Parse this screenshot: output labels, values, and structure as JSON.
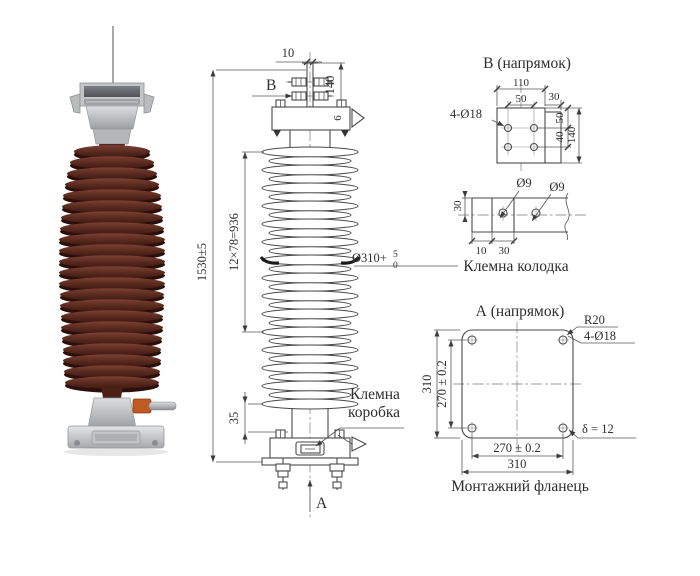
{
  "colors": {
    "line": "#4a4a4a",
    "ceramic_brown": "#5c2b20",
    "metal_gray": "#c7c8ca",
    "terminal_orange": "#c05a22"
  },
  "main_drawing": {
    "dim_blade_width": "10",
    "view_b_marker": "В",
    "dim_top_height": "140",
    "flag_number": "6",
    "dim_overall_height": "1530±5",
    "dim_rib_section": "12×78=936",
    "dim_bottom_offset": "35",
    "dim_diameter": "Ø310+",
    "dim_diameter_tol_upper": "5",
    "dim_diameter_tol_lower": "0",
    "terminal_box_label_line1": "Клемна",
    "terminal_box_label_line2": "коробка",
    "view_a_marker": "А"
  },
  "detail_b": {
    "title": "В (напрямок)",
    "dim_width": "110",
    "dim_hole_spacing": "50",
    "dim_side": "30",
    "holes_label": "4-Ø18",
    "dim_v1": "50",
    "dim_v2": "40",
    "dim_height": "140"
  },
  "terminal_block": {
    "caption": "Клемна колодка",
    "hole1_label": "Ø9",
    "hole2_label": "Ø9",
    "dim_height": "30",
    "dim_offset": "10",
    "dim_spacing": "30"
  },
  "mounting_flange": {
    "title": "А (напрямок)",
    "caption": "Монтажний фланець",
    "corner_radius_label": "R20",
    "holes_label": "4-Ø18",
    "dim_width_outer": "310",
    "dim_holes_v": "270 ± 0.2",
    "dim_holes_h": "270 ± 0.2",
    "dim_width_bottom": "310",
    "thickness_label": "δ = 12"
  }
}
